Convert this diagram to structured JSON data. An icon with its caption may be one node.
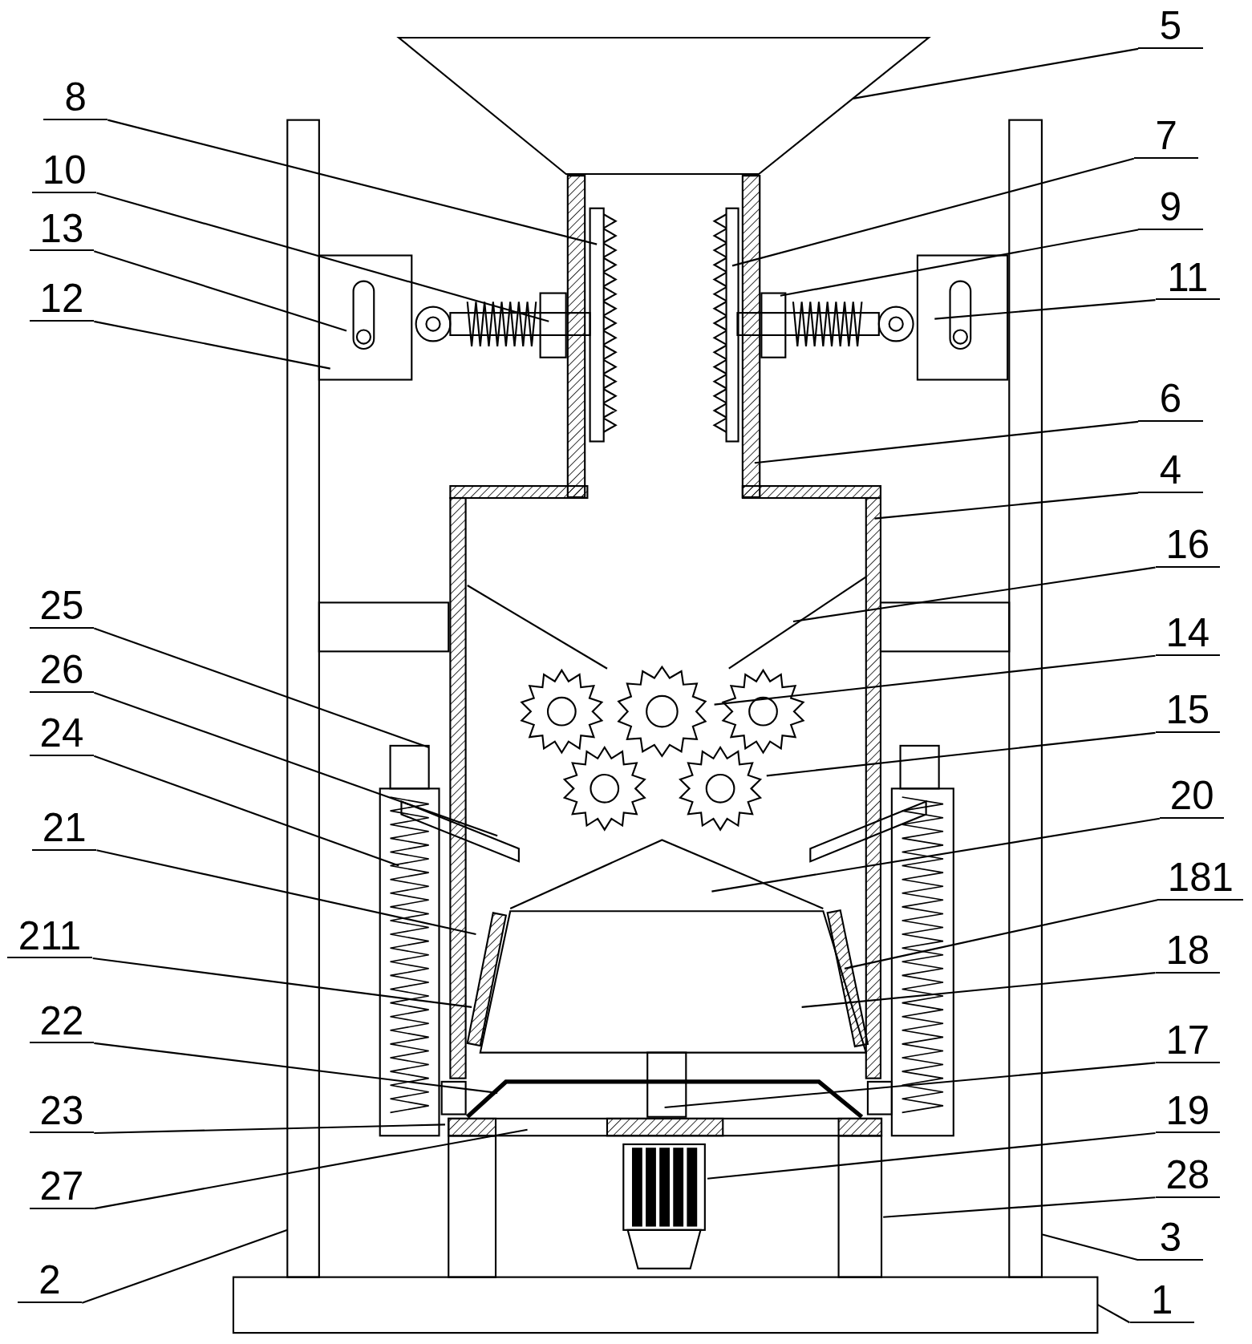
{
  "diagram": {
    "nodes": [
      {
        "text": [
          "5"
        ]
      },
      {
        "text": [
          "8"
        ]
      },
      {
        "text": [
          "7"
        ]
      },
      {
        "text": [
          "10"
        ]
      },
      {
        "text": [
          "9"
        ]
      },
      {
        "text": [
          "13"
        ]
      },
      {
        "text": [
          "11"
        ]
      },
      {
        "text": [
          "12"
        ]
      },
      {
        "text": [
          "6"
        ]
      },
      {
        "text": [
          "4"
        ]
      },
      {
        "text": [
          "16"
        ]
      },
      {
        "text": [
          "25"
        ]
      },
      {
        "text": [
          "14"
        ]
      },
      {
        "text": [
          "26"
        ]
      },
      {
        "text": [
          "15"
        ]
      },
      {
        "text": [
          "24"
        ]
      },
      {
        "text": [
          "20"
        ]
      },
      {
        "text": [
          "21"
        ]
      },
      {
        "text": [
          "181"
        ]
      },
      {
        "text": [
          "211"
        ]
      },
      {
        "text": [
          "18"
        ]
      },
      {
        "text": [
          "22"
        ]
      },
      {
        "text": [
          "17"
        ]
      },
      {
        "text": [
          "23"
        ]
      },
      {
        "text": [
          "19"
        ]
      },
      {
        "text": [
          "28"
        ]
      },
      {
        "text": [
          "27"
        ]
      },
      {
        "text": [
          "3"
        ]
      },
      {
        "text": [
          "2"
        ]
      },
      {
        "text": [
          "1"
        ]
      }
    ],
    "edges": [
      {
        "from": 0,
        "to": null,
        "arrow": "none"
      },
      {
        "from": 1,
        "to": null,
        "arrow": "none"
      },
      {
        "from": 2,
        "to": null,
        "arrow": "none"
      },
      {
        "from": 3,
        "to": null,
        "arrow": "none"
      },
      {
        "from": 4,
        "to": null,
        "arrow": "none"
      },
      {
        "from": 5,
        "to": null,
        "arrow": "none"
      },
      {
        "from": 6,
        "to": null,
        "arrow": "none"
      },
      {
        "from": 7,
        "to": null,
        "arrow": "none"
      },
      {
        "from": 8,
        "to": null,
        "arrow": "none"
      },
      {
        "from": 9,
        "to": null,
        "arrow": "none"
      },
      {
        "from": 10,
        "to": null,
        "arrow": "none"
      },
      {
        "from": 11,
        "to": null,
        "arrow": "none"
      },
      {
        "from": 12,
        "to": null,
        "arrow": "none"
      },
      {
        "from": 13,
        "to": null,
        "arrow": "none"
      },
      {
        "from": 14,
        "to": null,
        "arrow": "none"
      },
      {
        "from": 15,
        "to": null,
        "arrow": "none"
      },
      {
        "from": 16,
        "to": null,
        "arrow": "none"
      },
      {
        "from": 17,
        "to": null,
        "arrow": "none"
      },
      {
        "from": 18,
        "to": null,
        "arrow": "none"
      },
      {
        "from": 19,
        "to": null,
        "arrow": "none"
      },
      {
        "from": 20,
        "to": null,
        "arrow": "none"
      },
      {
        "from": 21,
        "to": null,
        "arrow": "none"
      },
      {
        "from": 22,
        "to": null,
        "arrow": "none"
      },
      {
        "from": 23,
        "to": null,
        "arrow": "none"
      },
      {
        "from": 24,
        "to": null,
        "arrow": "none"
      },
      {
        "from": 25,
        "to": null,
        "arrow": "none"
      },
      {
        "from": 26,
        "to": null,
        "arrow": "none"
      },
      {
        "from": 27,
        "to": null,
        "arrow": "none"
      },
      {
        "from": 28,
        "to": null,
        "arrow": "none"
      },
      {
        "from": 29,
        "to": null,
        "arrow": "none"
      }
    ]
  }
}
